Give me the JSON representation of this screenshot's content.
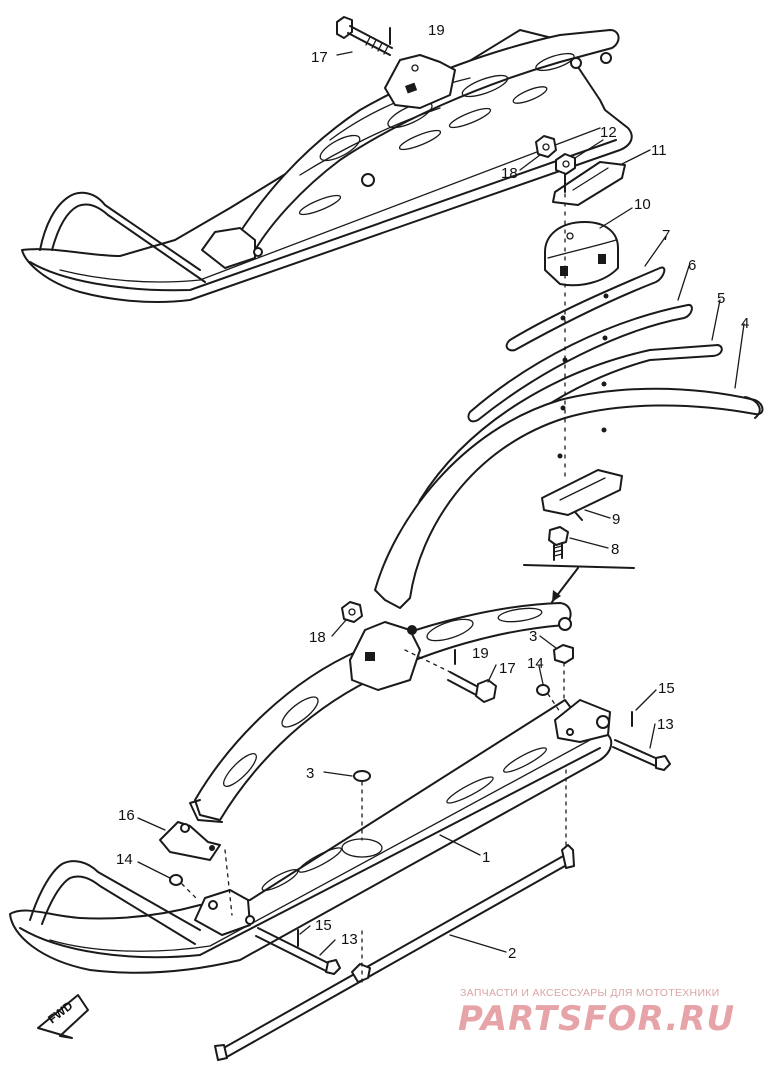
{
  "labels": {
    "c1": "1",
    "c2": "2",
    "c3a": "3",
    "c3b": "3",
    "c4": "4",
    "c5": "5",
    "c6": "6",
    "c7": "7",
    "c8": "8",
    "c9": "9",
    "c10": "10",
    "c11": "11",
    "c12": "12",
    "c13a": "13",
    "c13b": "13",
    "c14a": "14",
    "c14b": "14",
    "c15a": "15",
    "c15b": "15",
    "c16": "16",
    "c17a": "17",
    "c17b": "17",
    "c18a": "18",
    "c18b": "18",
    "c19a": "19",
    "c19b": "19"
  },
  "direction_badge": "FWD",
  "watermark": {
    "tagline": "ЗАПЧАСТИ И АКСЕССУАРЫ ДЛЯ МОТОТЕХНИКИ",
    "brand": "PARTSFOR.RU"
  }
}
